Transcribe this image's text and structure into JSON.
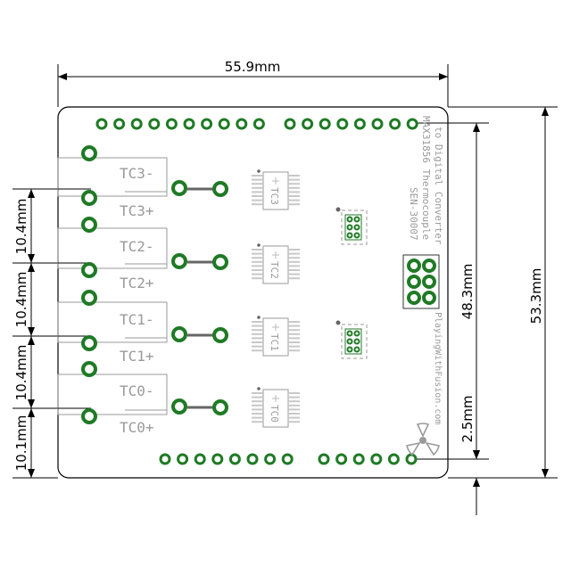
{
  "dimensions": {
    "width": "55.9mm",
    "height_outer": "53.3mm",
    "height_inner": "48.3mm",
    "bottom_offset": "2.5mm",
    "pitch_3": "10.4mm",
    "pitch_2": "10.4mm",
    "pitch_1": "10.4mm",
    "pitch_0": "10.1mm"
  },
  "channels": [
    {
      "neg": "TC3-",
      "pos": "TC3+",
      "ic": "TC3"
    },
    {
      "neg": "TC2-",
      "pos": "TC2+",
      "ic": "TC2"
    },
    {
      "neg": "TC1-",
      "pos": "TC1+",
      "ic": "TC1"
    },
    {
      "neg": "TC0-",
      "pos": "TC0+",
      "ic": "TC0"
    }
  ],
  "board": {
    "part_number": "SEN-30007",
    "title_line1": "MAX31856 Thermocouple",
    "title_line2": "to Digital Converter",
    "website": "PlayingWithFusion.com"
  },
  "colors": {
    "pad_ring": "#1f7a25",
    "silkscreen": "#9a9a9a",
    "outline": "#000000"
  }
}
